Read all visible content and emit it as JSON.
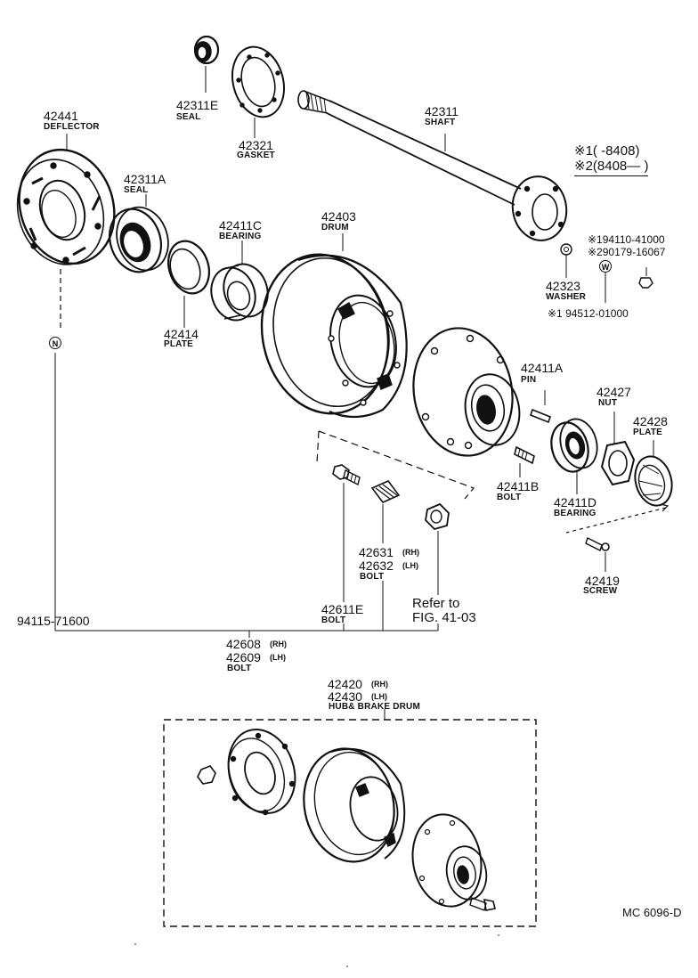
{
  "parts": {
    "seal_42311e": {
      "number": "42311E",
      "name": "SEAL"
    },
    "gasket_42321": {
      "number": "42321",
      "name": "GASKET"
    },
    "shaft_42311": {
      "number": "42311",
      "name": "SHAFT"
    },
    "deflector_42441": {
      "number": "42441",
      "name": "DEFLECTOR"
    },
    "seal_42311a": {
      "number": "42311A",
      "name": "SEAL"
    },
    "bearing_42411c": {
      "number": "42411C",
      "name": "BEARING"
    },
    "drum_42403": {
      "number": "42403",
      "name": "DRUM"
    },
    "plate_42414": {
      "number": "42414",
      "name": "PLATE"
    },
    "washer_42323": {
      "number": "42323",
      "name": "WASHER"
    },
    "pin_42411a": {
      "number": "42411A",
      "name": "PIN"
    },
    "nut_42427": {
      "number": "42427",
      "name": "NUT"
    },
    "plate_42428": {
      "number": "42428",
      "name": "PLATE"
    },
    "bolt_42411b": {
      "number": "42411B",
      "name": "BOLT"
    },
    "bearing_42411d": {
      "number": "42411D",
      "name": "BEARING"
    },
    "screw_42419": {
      "number": "42419",
      "name": "SCREW"
    },
    "bolt_42631": {
      "number_rh": "42631",
      "number_lh": "42632",
      "name": "BOLT",
      "rh": "(RH)",
      "lh": "(LH)"
    },
    "bolt_42611e": {
      "number": "42611E",
      "name": "BOLT"
    },
    "bolt_42608": {
      "number_rh": "42608",
      "number_lh": "42609",
      "name": "BOLT",
      "rh": "(RH)",
      "lh": "(LH)"
    },
    "hub_42420": {
      "number_rh": "42420",
      "number_lh": "42430",
      "name": "HUB& BRAKE DRUM",
      "rh": "(RH)",
      "lh": "(LH)"
    },
    "nut_94115": {
      "number": "94115-71600"
    }
  },
  "refer": {
    "line1": "Refer to",
    "line2": "FIG. 41-03"
  },
  "notes": {
    "range1": "※1(      -8408)",
    "range2": "※2(8408—      )",
    "washer_alt1": "※194110-41000",
    "washer_alt2": "※290179-16067",
    "washer_w": "※1 94512-01000"
  },
  "markers": {
    "n": "N",
    "w": "W"
  },
  "code": "MC  6096-D"
}
